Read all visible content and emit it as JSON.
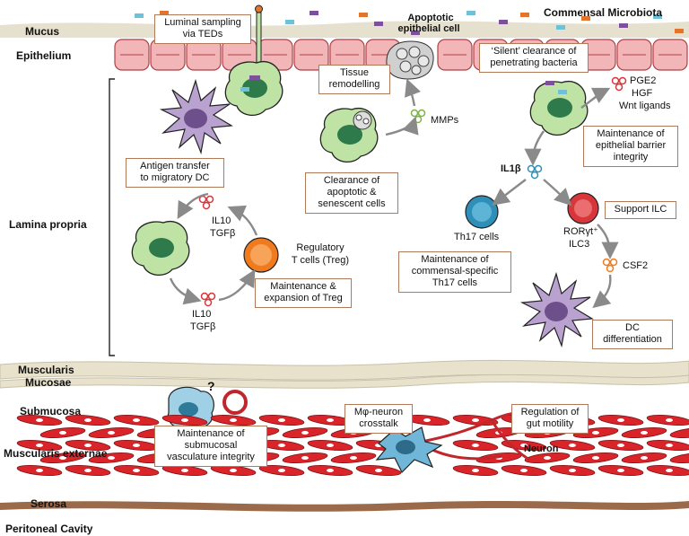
{
  "layers": {
    "mucus": "Mucus",
    "epithelium": "Epithelium",
    "lamina_propria": "Lamina propria",
    "muscularis_mucosae_1": "Muscularis",
    "muscularis_mucosae_2": "Mucosae",
    "submucosa": "Submucosa",
    "muscularis_externae": "Muscularis externae",
    "serosa": "Serosa",
    "peritoneal": "Peritoneal Cavity"
  },
  "labels": {
    "commensal": "Commensal Microbiota",
    "apoptotic_1": "Apoptotic",
    "apoptotic_2": "epithelial cell",
    "mmps": "MMPs",
    "pge2": "PGE2",
    "hgf": "HGF",
    "wnt": "Wnt ligands",
    "il1b": "IL1β",
    "il10_top": "IL10",
    "tgfb_top": "TGFβ",
    "il10_bot": "IL10",
    "tgfb_bot": "TGFβ",
    "treg_1": "Regulatory",
    "treg_2": "T cells (Treg)",
    "th17": "Th17 cells",
    "ror_1": "RORγt⁺",
    "ror_2": "ILC3",
    "csf2": "CSF2",
    "question": "?",
    "neuron": "Neuron"
  },
  "boxes": {
    "luminal_1": "Luminal sampling",
    "luminal_2": "via TEDs",
    "tissue_1": "Tissue",
    "tissue_2": "remodelling",
    "silent_1": "‘Silent’ clearance of",
    "silent_2": "penetrating bacteria",
    "antigen_1": "Antigen transfer",
    "antigen_2": "to migratory DC",
    "clearance_1": "Clearance of",
    "clearance_2": "apoptotic &",
    "clearance_3": "senescent cells",
    "barrier_1": "Maintenance of",
    "barrier_2": "epithelial barrier",
    "barrier_3": "integrity",
    "support_ilc": "Support ILC",
    "treg_maint_1": "Maintenance &",
    "treg_maint_2": "expansion of Treg",
    "th17_maint_1": "Maintenance of",
    "th17_maint_2": "commensal-specific",
    "th17_maint_3": "Th17 cells",
    "dc_diff_1": "DC",
    "dc_diff_2": "differentiation",
    "submucosal_1": "Maintenance of",
    "submucosal_2": "submucosal",
    "submucosal_3": "vasculature integrity",
    "crosstalk_1": "Mφ-neuron",
    "crosstalk_2": "crosstalk",
    "motility_1": "Regulation of",
    "motility_2": "gut motility"
  },
  "colors": {
    "epithelium": "#f2b5b8",
    "macrophage": "#bfe3a5",
    "nucleus": "#2e7a4a",
    "dc": "#b9a2cf",
    "muscle": "#d9242a",
    "serosa": "#9b6a4a",
    "box_border": "#b07a5a",
    "arrow": "#8a8a8a",
    "treg": "#f07a1e",
    "th17": "#2e8fb8",
    "ilc3": "#d8363a"
  }
}
